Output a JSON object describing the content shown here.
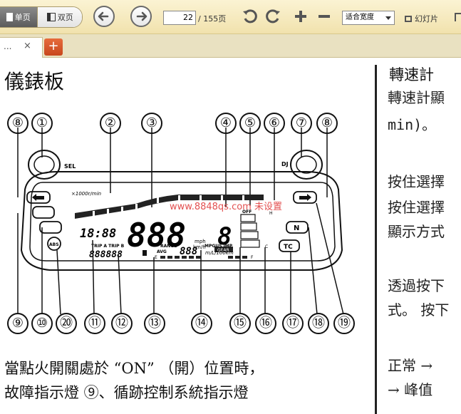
{
  "toolbar": {
    "single_page_label": "单页",
    "double_page_label": "双页",
    "current_page": "22",
    "total_pages": "/ 155页",
    "zoom_mode": "适合宽度",
    "slideshow_label": "幻灯片"
  },
  "tabs": [
    {
      "title": "...",
      "close": "×"
    }
  ],
  "add_tab_label": "+",
  "document": {
    "heading": "儀錶板",
    "right_heading": "轉速計",
    "right_lines": [
      "轉速計顯",
      "min)。",
      "按住選擇",
      "按住選擇",
      "顯示方式",
      "透過按下",
      "式。 按下",
      "正常 →",
      "→ 峰值"
    ],
    "body_lines": [
      "當點火開關處於 “ON” （開）位置時，",
      "故障指示燈 ⑨、循跡控制系統指示燈"
    ],
    "callouts_top": [
      "⑧",
      "①",
      "②",
      "③",
      "④",
      "⑤",
      "⑥",
      "⑦",
      "⑧"
    ],
    "callouts_bottom": [
      "⑨",
      "⑩",
      "⑳",
      "⑪",
      "⑫",
      "⑬",
      "⑭",
      "⑮",
      "⑯",
      "⑰",
      "⑱",
      "⑲"
    ],
    "dashboard": {
      "rpm_unit": "×1000r/min",
      "speed_value": "888",
      "speed_unit_top": "mph",
      "speed_unit_bottom": "km/h",
      "gear_value": "8",
      "gear_label": "GEAR",
      "clock_value": "18:88",
      "odo_value": "888888",
      "trip_labels": "TRIP A TRIP B",
      "range_label": "RANGE",
      "avg_label": "AVG",
      "mpg_label": "MPGUS IMP",
      "fuel_unit": "m/L/100km",
      "range_value": "888",
      "sel_label": "SEL",
      "dj_label": "DJ",
      "n_label": "N",
      "tc_label": "TC",
      "off_label": "OFF",
      "h_label": "H",
      "c_label": "C",
      "f_label": "F",
      "e_label": "E",
      "watermark": "www.8848qs.com 未设置"
    }
  }
}
